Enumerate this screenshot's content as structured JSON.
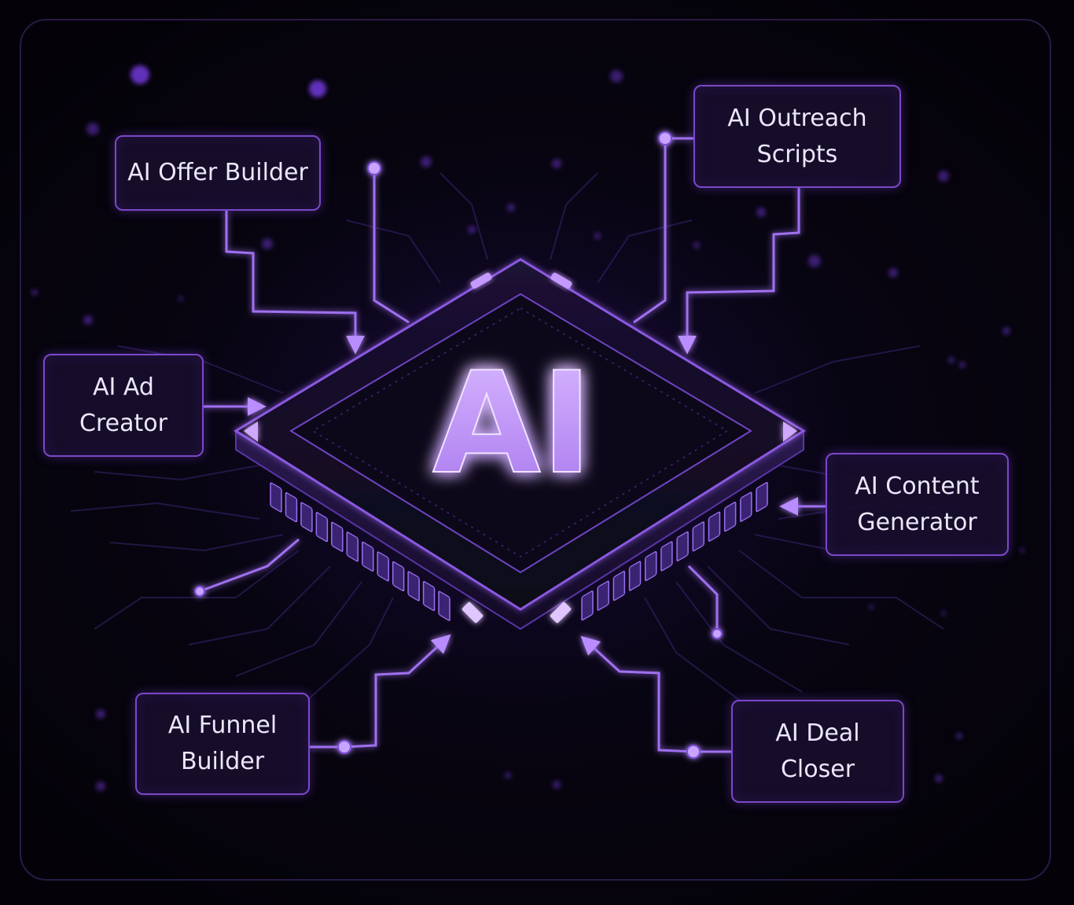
{
  "chip": {
    "text": "AI"
  },
  "labels": {
    "offer_builder": "AI Offer Builder",
    "outreach_scripts": "AI Outreach\nScripts",
    "ad_creator": "AI Ad\nCreator",
    "content_generator": "AI Content\nGenerator",
    "funnel_builder": "AI Funnel\nBuilder",
    "deal_closer": "AI Deal\nCloser"
  },
  "colors": {
    "background": "#06040c",
    "accent": "#a070f0",
    "glow": "#b88cff",
    "box_fill": "#180e2c",
    "box_border": "#7a48c8",
    "text": "#ece6fb"
  }
}
